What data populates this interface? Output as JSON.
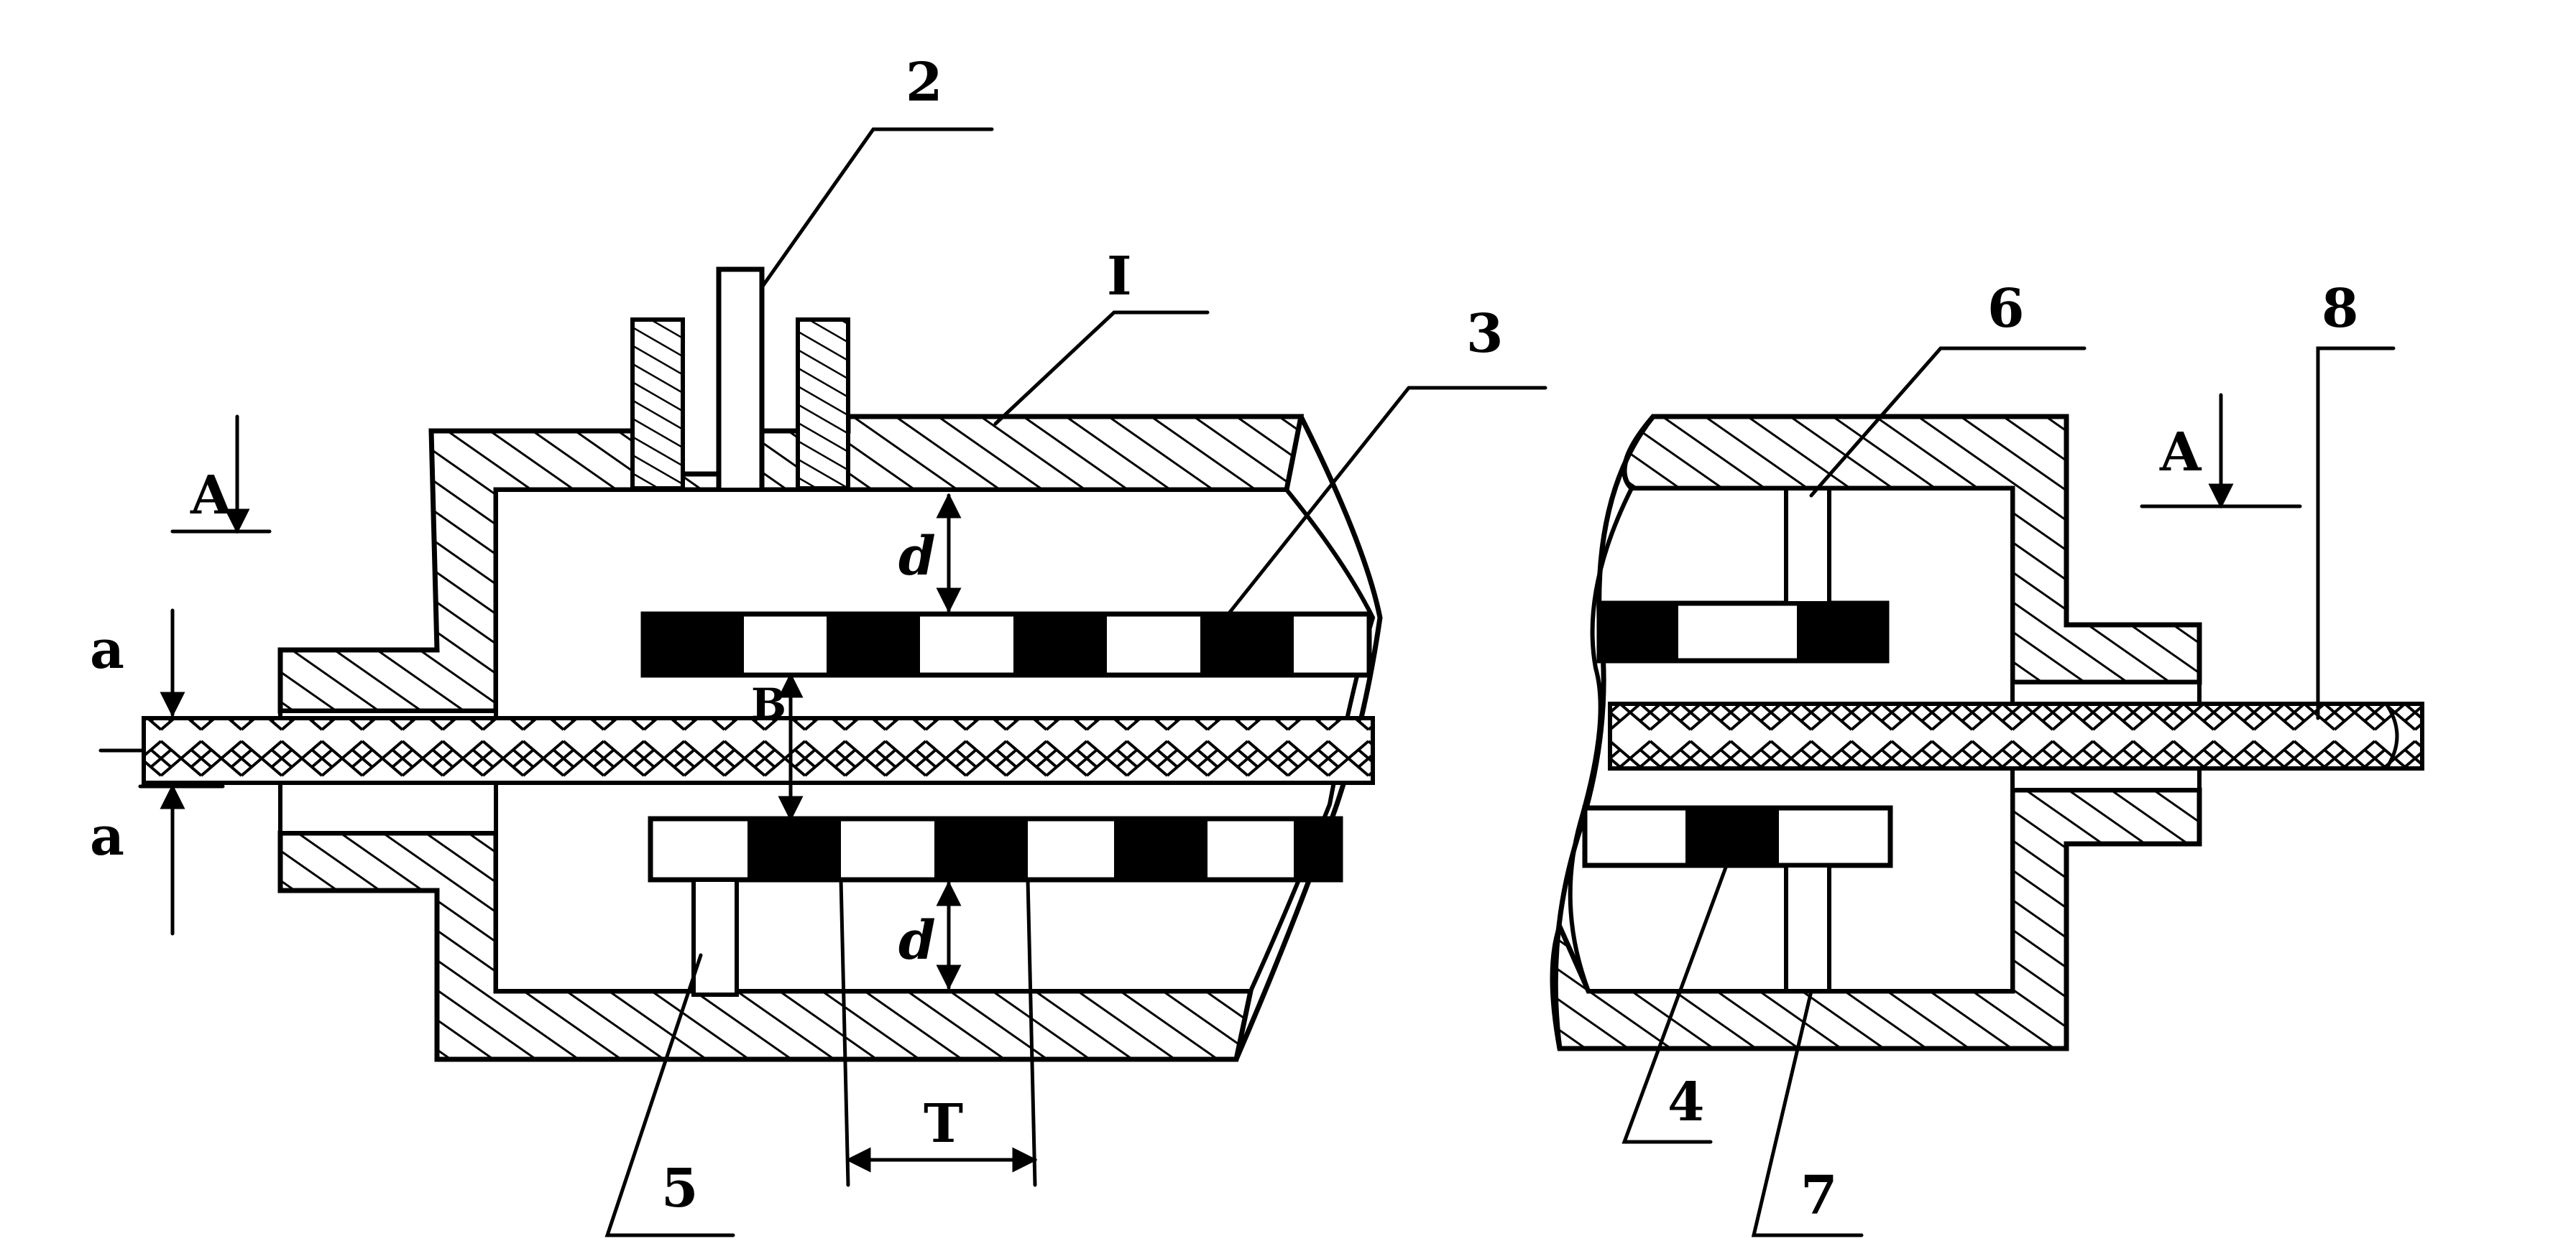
{
  "labels": {
    "part_2": "2",
    "part_I": "I",
    "part_3": "3",
    "part_6": "6",
    "part_8": "8",
    "part_4": "4",
    "part_7": "7",
    "part_5": "5",
    "section_A_left": "A",
    "section_A_right": "A",
    "dim_a_top": "a",
    "dim_a_bottom": "a",
    "dim_B": "B",
    "dim_d_top": "d",
    "dim_d_bottom": "d",
    "dim_T": "T"
  },
  "colors": {
    "ink": "#000000",
    "paper": "#ffffff"
  }
}
